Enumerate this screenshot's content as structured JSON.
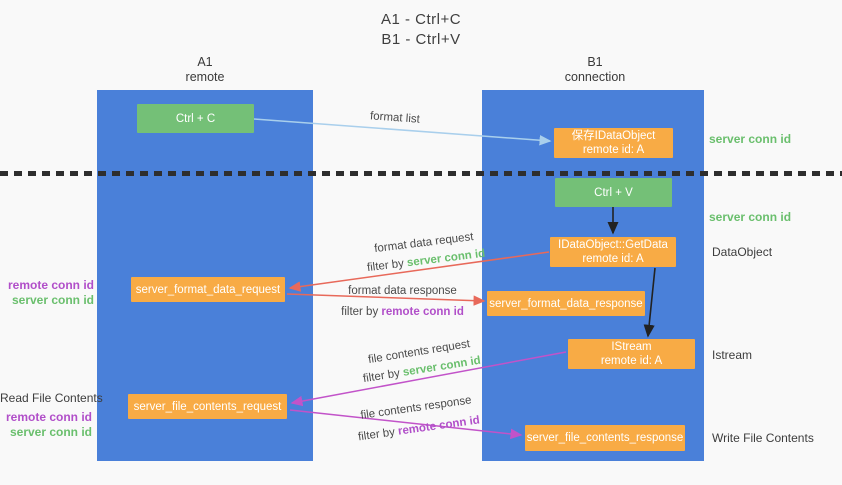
{
  "title": {
    "line1": "A1 - Ctrl+C",
    "line2": "B1 - Ctrl+V"
  },
  "columns": {
    "left": {
      "name": "A1",
      "role": "remote"
    },
    "right": {
      "name": "B1",
      "role": "connection"
    }
  },
  "nodes": {
    "ctrl_c": "Ctrl + C",
    "save_dataobject": {
      "line1": "保存IDataObject",
      "line2": "remote id: A"
    },
    "ctrl_v": "Ctrl + V",
    "getdata": {
      "line1": "IDataObject::GetData",
      "line2": "remote id: A"
    },
    "format_request": "server_format_data_request",
    "format_response": "server_format_data_response",
    "istream": {
      "line1": "IStream",
      "line2": "remote id: A"
    },
    "file_request": "server_file_contents_request",
    "file_response": "server_file_contents_response"
  },
  "arrow_labels": {
    "format_list": "format list",
    "format_data_request": "format data request",
    "format_data_response": "format data response",
    "file_contents_request": "file contents request",
    "file_contents_response": "file contents response",
    "filter_by": "filter by",
    "server_conn_id": "server conn id",
    "remote_conn_id": "remote conn id"
  },
  "side_labels": {
    "server_conn_id_top": "server conn id",
    "server_conn_id_mid": "server conn id",
    "dataobject": "DataObject",
    "istream": "Istream",
    "write_file_contents": "Write File Contents",
    "read_file_contents": "Read File Contents",
    "remote_conn_id_1": "remote conn id",
    "server_conn_id_1": "server conn id",
    "remote_conn_id_2": "remote conn id",
    "server_conn_id_2": "server conn id"
  },
  "colors": {
    "column_blue": "#4a80d9",
    "node_green": "#74c077",
    "node_orange": "#f8ab45",
    "arrow_lightblue": "#a9cfec",
    "arrow_red": "#e8695a",
    "arrow_magenta": "#c253c9",
    "arrow_black": "#222222",
    "text_green": "#6abf6d",
    "text_purple": "#b14fc9",
    "background": "#f9f9f9"
  }
}
